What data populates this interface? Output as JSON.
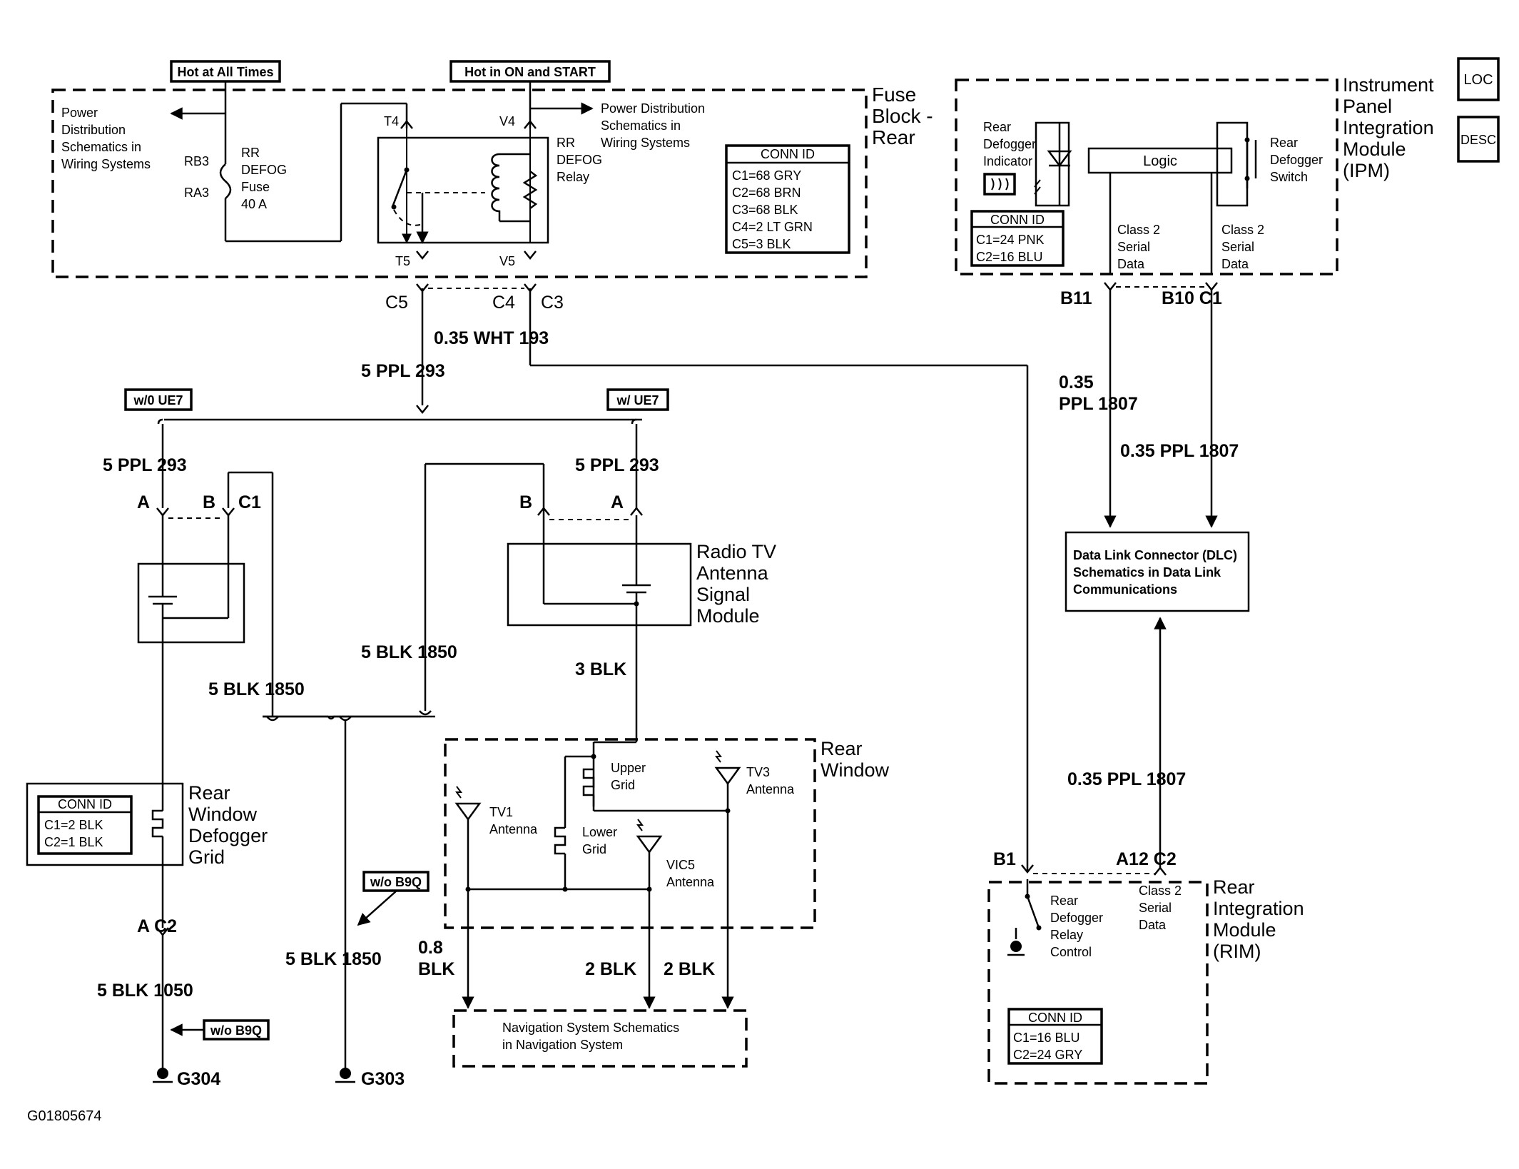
{
  "labels": {
    "hot_at_all_times": "Hot at All Times",
    "hot_in_on_start": "Hot in ON and START",
    "power_dist_left": [
      "Power",
      "Distribution",
      "Schematics in",
      "Wiring Systems"
    ],
    "power_dist_right": [
      "Power Distribution",
      "Schematics in",
      "Wiring Systems"
    ],
    "fuse_block": [
      "Fuse",
      "Block -",
      "Rear"
    ],
    "rb3": "RB3",
    "ra3": "RA3",
    "fuse_name": [
      "RR",
      "DEFOG",
      "Fuse",
      "40 A"
    ],
    "t4": "T4",
    "v4": "V4",
    "t5": "T5",
    "v5": "V5",
    "relay_name": [
      "RR",
      "DEFOG",
      "Relay"
    ],
    "fuse_conn_title": "CONN ID",
    "fuse_conn": [
      "C1=68 GRY",
      "C2=68 BRN",
      "C3=68 BLK",
      "C4=2 LT GRN",
      "C5=3 BLK"
    ],
    "c5": "C5",
    "c4": "C4",
    "c3": "C3",
    "wire_193": "0.35 WHT 193",
    "wire_293_top": "5 PPL 293",
    "wo_ue7": "w/0 UE7",
    "w_ue7": "w/ UE7",
    "wire_293_left": "5 PPL 293",
    "wire_293_right": "5 PPL 293",
    "pin_a_left": "A",
    "pin_b_left": "B",
    "pin_c1_left": "C1",
    "pin_b_right": "B",
    "pin_a_right": "A",
    "radio_module": [
      "Radio TV",
      "Antenna",
      "Signal",
      "Module"
    ],
    "wire_1850_mid": "5 BLK 1850",
    "wire_3blk": "3 BLK",
    "wire_1850_left": "5 BLK 1850",
    "rear_window": [
      "Rear",
      "Window"
    ],
    "upper_grid": [
      "Upper",
      "Grid"
    ],
    "lower_grid": [
      "Lower",
      "Grid"
    ],
    "tv3": [
      "TV3",
      "Antenna"
    ],
    "tv1": [
      "TV1",
      "Antenna"
    ],
    "vic5": [
      "VIC5",
      "Antenna"
    ],
    "grid_conn_title": "CONN ID",
    "grid_conn": [
      "C1=2 BLK",
      "C2=1 BLK"
    ],
    "defogger_grid": [
      "Rear",
      "Window",
      "Defogger",
      "Grid"
    ],
    "pin_a_c2": "A C2",
    "wo_b9q_top": "w/o B9Q",
    "wo_b9q_bottom": "w/o B9Q",
    "wire_1050": "5 BLK 1050",
    "wire_1850_bottom": "5 BLK 1850",
    "wire_08blk": [
      "0.8",
      "BLK"
    ],
    "wire_2blk_a": "2 BLK",
    "wire_2blk_b": "2 BLK",
    "nav_system": [
      "Navigation System Schematics",
      "in Navigation System"
    ],
    "g304": "G304",
    "g303": "G303",
    "figure_id": "G01805674",
    "ipm_name": [
      "Instrument",
      "Panel",
      "Integration",
      "Module",
      "(IPM)"
    ],
    "defogger_indicator": [
      "Rear",
      "Defogger",
      "Indicator"
    ],
    "logic": "Logic",
    "defogger_switch": [
      "Rear",
      "Defogger",
      "Switch"
    ],
    "ipm_conn_title": "CONN ID",
    "ipm_conn": [
      "C1=24 PNK",
      "C2=16 BLU"
    ],
    "class2_a": [
      "Class 2",
      "Serial",
      "Data"
    ],
    "class2_b": [
      "Class 2",
      "Serial",
      "Data"
    ],
    "b11": "B11",
    "b10_c1": "B10 C1",
    "wire_1807_a": [
      "0.35",
      "PPL 1807"
    ],
    "wire_1807_b": "0.35 PPL 1807",
    "dlc": [
      "Data Link Connector (DLC)",
      "Schematics in Data Link",
      "Communications"
    ],
    "wire_1807_c": "0.35 PPL 1807",
    "b1": "B1",
    "a12_c2": "A12 C2",
    "rim_name": [
      "Rear",
      "Integration",
      "Module",
      "(RIM)"
    ],
    "rim_relay_ctrl": [
      "Rear",
      "Defogger",
      "Relay",
      "Control"
    ],
    "class2_c": [
      "Class 2",
      "Serial",
      "Data"
    ],
    "rim_conn_title": "CONN ID",
    "rim_conn": [
      "C1=16 BLU",
      "C2=24 GRY"
    ],
    "loc_icon": "LOC",
    "desc_icon": "DESC"
  }
}
